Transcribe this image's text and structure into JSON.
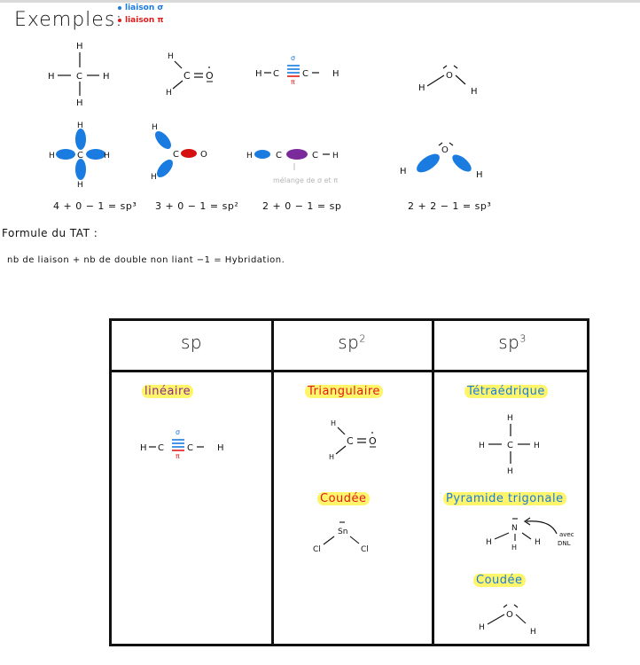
{
  "page": {
    "title": "Exemples:",
    "legend": [
      {
        "label": "liaison σ",
        "color": "#1a7be0"
      },
      {
        "label": "liaison π",
        "color": "#e01b1b"
      }
    ]
  },
  "examples": {
    "lewis": [
      {
        "name": "methane",
        "atoms": [
          "H",
          "H",
          "C",
          "H",
          "H"
        ]
      },
      {
        "name": "formaldehyde",
        "atoms": [
          "H",
          "H",
          "C",
          "=",
          "Ö"
        ]
      },
      {
        "name": "acetylene",
        "text_left": "H − C",
        "text_right": "C − H",
        "sigma_label": "σ",
        "pi_label": "π"
      },
      {
        "name": "water",
        "center": "O",
        "left": "H",
        "right": "H"
      }
    ],
    "orbitals": [
      {
        "name": "methane-orbitals",
        "center": "C",
        "atoms": [
          "H",
          "H",
          "H",
          "H"
        ],
        "orbital_color": "#1a7be0"
      },
      {
        "name": "formaldehyde-orbitals",
        "center": "C",
        "atoms": [
          "H",
          "H",
          "O"
        ],
        "orbital_color": "#1a7be0",
        "pi_color": "#d41010"
      },
      {
        "name": "acetylene-orbitals",
        "left": "H",
        "c1": "C",
        "c2": "C − H",
        "orbital_color": "#1a7be0",
        "mix_color": "#7a2a9a",
        "annotation": "mélange de σ et π"
      },
      {
        "name": "water-orbitals",
        "center": "O",
        "left": "H",
        "right": "H",
        "orbital_color": "#1a7be0"
      }
    ],
    "formulas": [
      "4 + 0 − 1 = sp³",
      "3 + 0 − 1 = sp²",
      "2 + 0 − 1 = sp",
      "2 + 2 − 1 = sp³"
    ]
  },
  "tat": {
    "heading": "Formule du TAT :",
    "rule": "nb de liaison + nb de double non liant −1 = Hybridation."
  },
  "table": {
    "headers": [
      {
        "base": "sp",
        "exp": ""
      },
      {
        "base": "sp",
        "exp": "2"
      },
      {
        "base": "sp",
        "exp": "3"
      }
    ],
    "columns": [
      {
        "entries": [
          {
            "geometry": "linéaire",
            "color": "#8a2a8a",
            "molecule": "H − C ≡ C − H"
          }
        ]
      },
      {
        "entries": [
          {
            "geometry": "Triangulaire",
            "color": "#e01b1b",
            "molecule": "H2C=O"
          },
          {
            "geometry": "Coudée",
            "color": "#e01b1b",
            "molecule": "SnCl2",
            "atoms": [
              "Sn",
              "Cl",
              "Cl"
            ]
          }
        ]
      },
      {
        "entries": [
          {
            "geometry": "Tétraédrique",
            "color": "#1a7be0",
            "molecule": "CH4"
          },
          {
            "geometry": "Pyramide trigonale",
            "color": "#1a7be0",
            "molecule": "NH3",
            "annotation": "avec DNL",
            "atoms": [
              "N",
              "H",
              "H",
              "H"
            ]
          },
          {
            "geometry": "Coudée",
            "color": "#1a7be0",
            "molecule": "H2O",
            "atoms": [
              "O",
              "H",
              "H"
            ]
          }
        ]
      }
    ],
    "highlight_color": "#fff56a"
  }
}
